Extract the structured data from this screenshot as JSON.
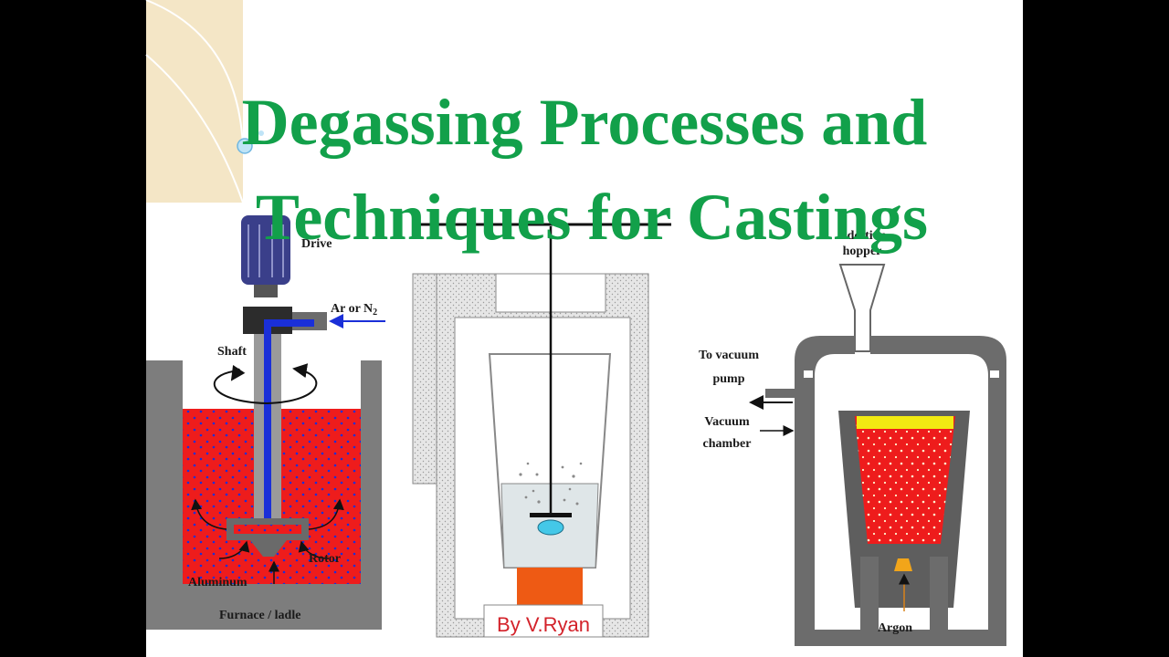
{
  "title": {
    "line1": "Degassing Processes and",
    "line2": "Techniques for Castings"
  },
  "colors": {
    "title_green": "#12a04a",
    "molten_metal": "#ee1c1c",
    "gas_blue": "#1a2fd8",
    "furnace_grey": "#7d7d7d",
    "credit_red": "#d3222a"
  },
  "rotary_degassing": {
    "drive_label": "Drive",
    "gas_label": "Ar or N",
    "gas_subscript": "2",
    "shaft_label": "Shaft",
    "rotor_label": "Rotor",
    "aluminum_label": "Aluminum",
    "furnace_label": "Furnace / ladle"
  },
  "crucible_degassing": {
    "credit": "By V.Ryan"
  },
  "vacuum_degassing": {
    "hopper_label_line1": "Addition",
    "hopper_label_line2": "hopper",
    "vacuum_pump_label_line1": "To vacuum",
    "vacuum_pump_label_line2": "pump",
    "chamber_label_line1": "Vacuum",
    "chamber_label_line2": "chamber",
    "argon_label": "Argon"
  }
}
